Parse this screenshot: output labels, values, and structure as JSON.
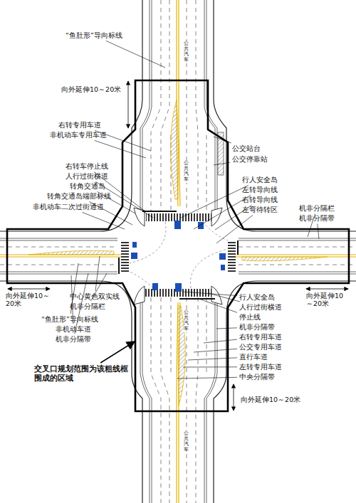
{
  "diagram": {
    "labels": [
      "“鱼肚形”导向标线",
      "向外延伸10～20米",
      "右转专用车道",
      "非机动车专用车道",
      "公交站台",
      "公交停靠站",
      "右转车停止线",
      "人行过街横道",
      "转角交通岛",
      "转角交通岛端部标线",
      "非机动车二次过街通道",
      "行人安全岛",
      "左转导向线",
      "右转导向线",
      "左弯待转区",
      "机非分隔栏",
      "机非分隔带",
      "中心黄色双实线",
      "机非分隔栏",
      "向外延伸10～20米",
      "向外延伸10～20米",
      "“鱼肚形”导向标线",
      "非机动车道",
      "机非分隔带",
      "行人安全岛",
      "人行过街横道",
      "停止线",
      "机非分隔带",
      "右转专用车道",
      "公交专用车道",
      "直行车道",
      "左转专用车道",
      "中央分隔带",
      "交叉口规划范围为该粗线框围成的区域",
      "向外延伸10～20米",
      "公共汽车",
      "公共汽车",
      "公共汽车",
      "公共汽车"
    ]
  }
}
